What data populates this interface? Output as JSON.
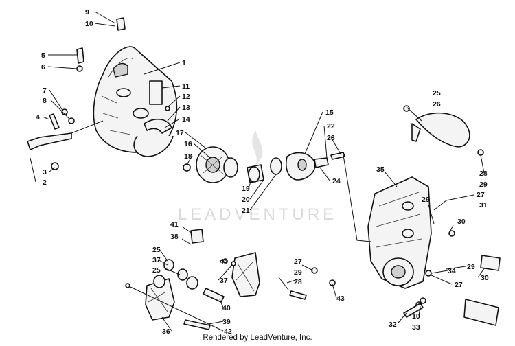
{
  "watermark": {
    "text": "LEADVENTURE"
  },
  "footer": {
    "credit": "Rendered by LeadVenture, Inc."
  },
  "callouts": {
    "c1": "1",
    "c2": "2",
    "c3": "3",
    "c4": "4",
    "c5": "5",
    "c6": "6",
    "c7": "7",
    "c8": "8",
    "c9": "9",
    "c10": "10",
    "c11": "11",
    "c12": "12",
    "c13": "13",
    "c14": "14",
    "c15": "15",
    "c16": "16",
    "c17": "17",
    "c18": "18",
    "c19": "19",
    "c20": "20",
    "c21": "21",
    "c22": "22",
    "c23": "23",
    "c24": "24",
    "c25a": "25",
    "c26": "26",
    "c28a": "28",
    "c29a": "29",
    "c27a": "27",
    "c31": "31",
    "c35": "35",
    "c29b": "29",
    "c30a": "30",
    "c41": "41",
    "c38": "38",
    "c25b": "25",
    "c37a": "37",
    "c25c": "25",
    "c44": "44",
    "c37b": "37",
    "c27b": "27",
    "c29c": "29",
    "c28b": "28",
    "c29d": "29",
    "c30b": "30",
    "c34": "34",
    "c27c": "27",
    "c43": "43",
    "c40": "40",
    "c39": "39",
    "c36": "36",
    "c42": "42",
    "c10b": "10",
    "c33": "33",
    "c32": "32"
  }
}
